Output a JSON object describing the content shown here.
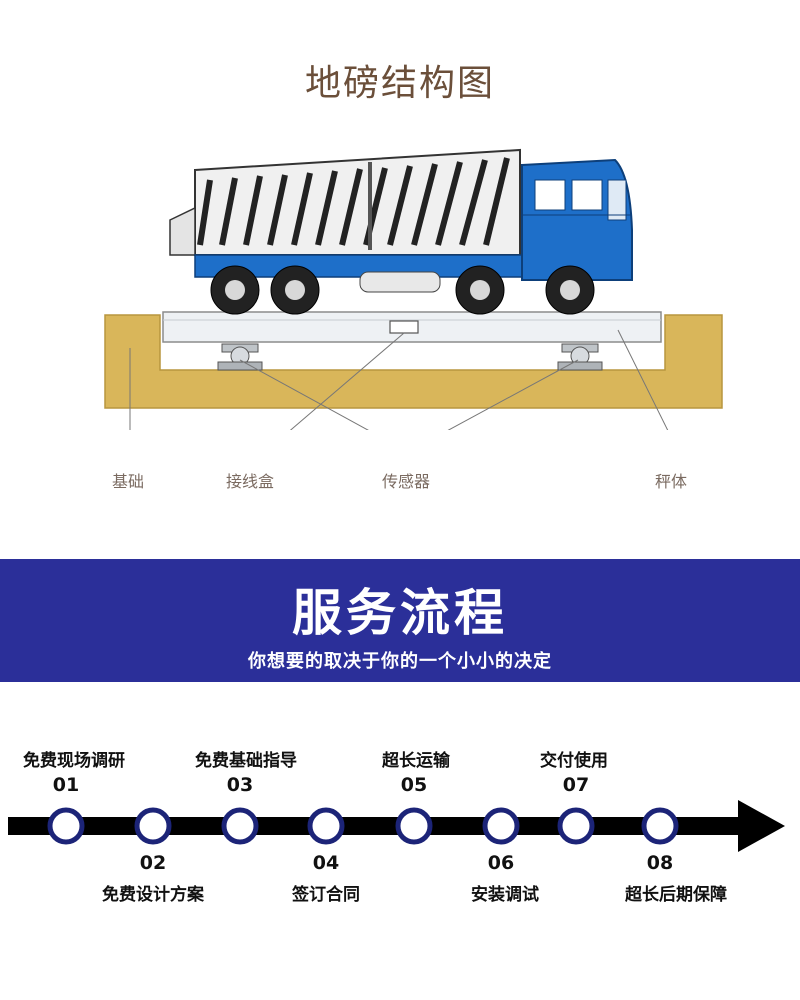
{
  "diagram": {
    "title": "地磅结构图",
    "labels": {
      "foundation": "基础",
      "junction_box": "接线盒",
      "sensor": "传感器",
      "scale_body": "秤体"
    }
  },
  "service": {
    "title": "服务流程",
    "subtitle": "你想要的取决于你的一个小小的决定",
    "steps": [
      {
        "num": "01",
        "label": "免费现场调研"
      },
      {
        "num": "02",
        "label": "免费设计方案"
      },
      {
        "num": "03",
        "label": "免费基础指导"
      },
      {
        "num": "04",
        "label": "签订合同"
      },
      {
        "num": "05",
        "label": "超长运输"
      },
      {
        "num": "06",
        "label": "安装调试"
      },
      {
        "num": "07",
        "label": "交付使用"
      },
      {
        "num": "08",
        "label": "超长后期保障"
      }
    ]
  },
  "colors": {
    "banner": "#2b2f99",
    "truck_blue": "#1e6fc9",
    "foundation": "#d9b65a",
    "circle_ring": "#1c2478"
  }
}
